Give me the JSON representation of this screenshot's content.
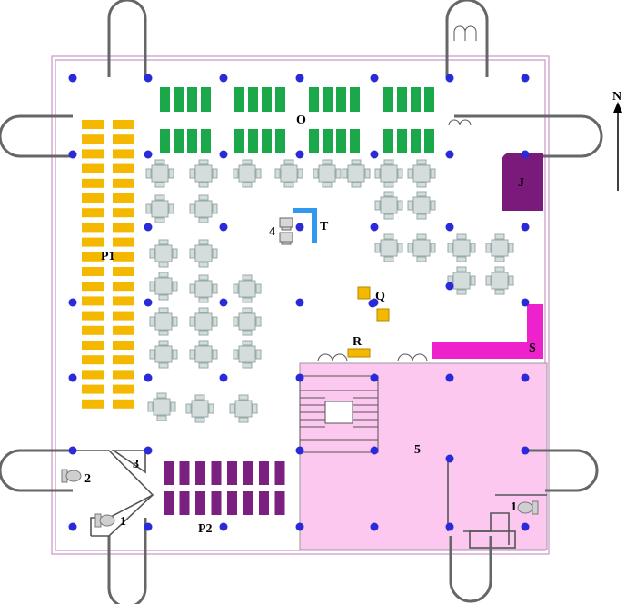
{
  "map": {
    "compass": {
      "label": "N"
    },
    "zones": [
      {
        "id": "O",
        "label": "O"
      },
      {
        "id": "J",
        "label": "J",
        "color": "#7a1a7a"
      },
      {
        "id": "T",
        "label": "T",
        "color": "#3399ee"
      },
      {
        "id": "P1",
        "label": "P1",
        "color": "#f5b800"
      },
      {
        "id": "Q",
        "label": "Q",
        "color": "#f5b800"
      },
      {
        "id": "R",
        "label": "R",
        "color": "#f5b800"
      },
      {
        "id": "S",
        "label": "S",
        "color": "#ee22cc"
      },
      {
        "id": "4",
        "label": "4"
      },
      {
        "id": "5",
        "label": "5",
        "color": "#fcc8f0"
      },
      {
        "id": "2",
        "label": "2"
      },
      {
        "id": "3",
        "label": "3"
      },
      {
        "id": "1a",
        "label": "1"
      },
      {
        "id": "1b",
        "label": "1"
      },
      {
        "id": "P2",
        "label": "P2",
        "color": "#7a2080"
      }
    ],
    "colors": {
      "desk_green": "#1aa84a",
      "table_gray": "#d4dcdc",
      "column_blue": "#2a2ad8",
      "wall": "#555555",
      "boundary": "#c896c8"
    }
  }
}
